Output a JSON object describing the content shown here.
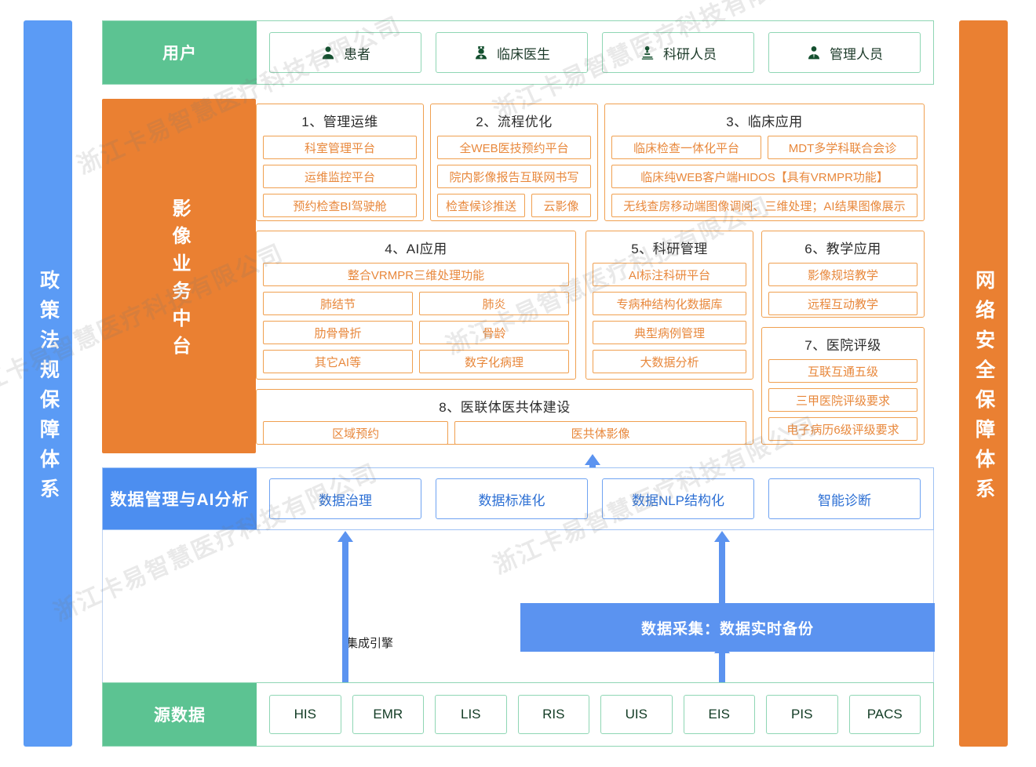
{
  "rails": {
    "left": {
      "label": "政策法规保障体系",
      "color": "#5B9BF5"
    },
    "right": {
      "label": "网络安全保障体系",
      "color": "#EA8032"
    }
  },
  "user_band": {
    "label": "用户",
    "color": "#5CC392",
    "items": [
      {
        "label": "患者",
        "icon": "person-icon"
      },
      {
        "label": "临床医生",
        "icon": "doctor-icon"
      },
      {
        "label": "科研人员",
        "icon": "microscope-icon"
      },
      {
        "label": "管理人员",
        "icon": "manager-icon"
      }
    ]
  },
  "platform": {
    "label": "影像业务中台",
    "color": "#EA8032",
    "sections": [
      {
        "title": "1、管理运维",
        "rows": [
          [
            "科室管理平台"
          ],
          [
            "运维监控平台"
          ],
          [
            "预约检查BI驾驶舱"
          ]
        ]
      },
      {
        "title": "2、流程优化",
        "rows": [
          [
            "全WEB医技预约平台"
          ],
          [
            "院内影像报告互联网书写"
          ],
          [
            "检查候诊推送",
            "云影像"
          ]
        ]
      },
      {
        "title": "3、临床应用",
        "rows": [
          [
            "临床检查一体化平台",
            "MDT多学科联合会诊"
          ],
          [
            "临床纯WEB客户端HIDOS【具有VRMPR功能】"
          ],
          [
            "无线查房移动端图像调阅、三维处理；AI结果图像展示"
          ]
        ]
      },
      {
        "title": "4、AI应用",
        "rows": [
          [
            "整合VRMPR三维处理功能"
          ],
          [
            "肺结节",
            "肺炎"
          ],
          [
            "肋骨骨折",
            "骨龄"
          ],
          [
            "其它AI等",
            "数字化病理"
          ]
        ]
      },
      {
        "title": "5、科研管理",
        "rows": [
          [
            "AI标注科研平台"
          ],
          [
            "专病种结构化数据库"
          ],
          [
            "典型病例管理"
          ],
          [
            "大数据分析"
          ]
        ]
      },
      {
        "title": "6、教学应用",
        "rows": [
          [
            "影像规培教学"
          ],
          [
            "远程互动教学"
          ]
        ]
      },
      {
        "title": "7、医院评级",
        "rows": [
          [
            "互联互通五级"
          ],
          [
            "三甲医院评级要求"
          ],
          [
            "电子病历6级评级要求"
          ]
        ]
      },
      {
        "title": "8、医联体医共体建设",
        "rows": [
          [
            "区域预约",
            "医共体影像"
          ]
        ]
      }
    ]
  },
  "data_band": {
    "label": "数据管理与AI分析",
    "color": "#4C8EF0",
    "items": [
      "数据治理",
      "数据标准化",
      "数据NLP结构化",
      "智能诊断"
    ]
  },
  "middle": {
    "engine_label": "集成引擎",
    "collect_label": "数据采集：数据实时备份",
    "collect_color": "#5B93F0"
  },
  "source_band": {
    "label": "源数据",
    "color": "#5CC392",
    "items": [
      "HIS",
      "EMR",
      "LIS",
      "RIS",
      "UIS",
      "EIS",
      "PIS",
      "PACS"
    ]
  },
  "watermark": {
    "text": "浙江卡易智慧医疗科技有限公司"
  }
}
